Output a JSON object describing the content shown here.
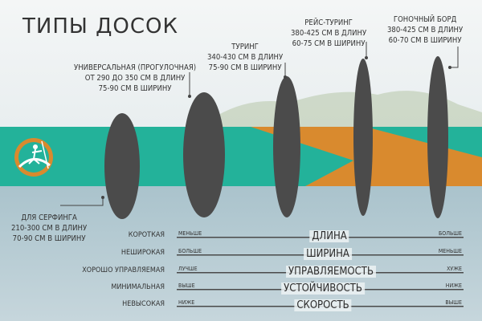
{
  "title": "ТИПЫ ДОСОК",
  "colors": {
    "teal": "#23b29a",
    "orange": "#d98a2e",
    "board": "#4b4b4b",
    "sea": "#9fbcc6"
  },
  "boards": [
    {
      "name": "ДЛЯ СЕРФИНГА",
      "line1": "210-300 СМ В ДЛИНУ",
      "line2": "70-90 СМ В ШИРИНУ"
    },
    {
      "name": "УНИВЕРСАЛЬНАЯ (ПРОГУЛОЧНАЯ)",
      "line1": "ОТ 290 ДО 350 СМ В ДЛИНУ",
      "line2": "75-90 СМ В ШИРИНУ"
    },
    {
      "name": "ТУРИНГ",
      "line1": "340-430 СМ В ДЛИНУ",
      "line2": "75-90 СМ В ШИРИНУ"
    },
    {
      "name": "РЕЙС-ТУРИНГ",
      "line1": "380-425 СМ В ДЛИНУ",
      "line2": "60-75 СМ В ШИРИНУ"
    },
    {
      "name": "ГОНОЧНЫЙ БОРД",
      "line1": "380-425 СМ В ДЛИНУ",
      "line2": "60-70 СМ В ШИРИНУ"
    }
  ],
  "rows": [
    {
      "left": "КОРОТКАЯ",
      "min": "МЕНЬШЕ",
      "name": "ДЛИНА",
      "max": "БОЛЬШЕ"
    },
    {
      "left": "НЕШИРОКАЯ",
      "min": "БОЛЬШЕ",
      "name": "ШИРИНА",
      "max": "МЕНЬШЕ"
    },
    {
      "left": "ХОРОШО УПРАВЛЯЕМАЯ",
      "min": "ЛУЧШЕ",
      "name": "УПРАВЛЯЕМОСТЬ",
      "max": "ХУЖЕ"
    },
    {
      "left": "МИНИМАЛЬНАЯ",
      "min": "ВЫШЕ",
      "name": "УСТОЙЧИВОСТЬ",
      "max": "НИЖЕ"
    },
    {
      "left": "НЕВЫСОКАЯ",
      "min": "НИЖЕ",
      "name": "СКОРОСТЬ",
      "max": "ВЫШЕ"
    }
  ]
}
